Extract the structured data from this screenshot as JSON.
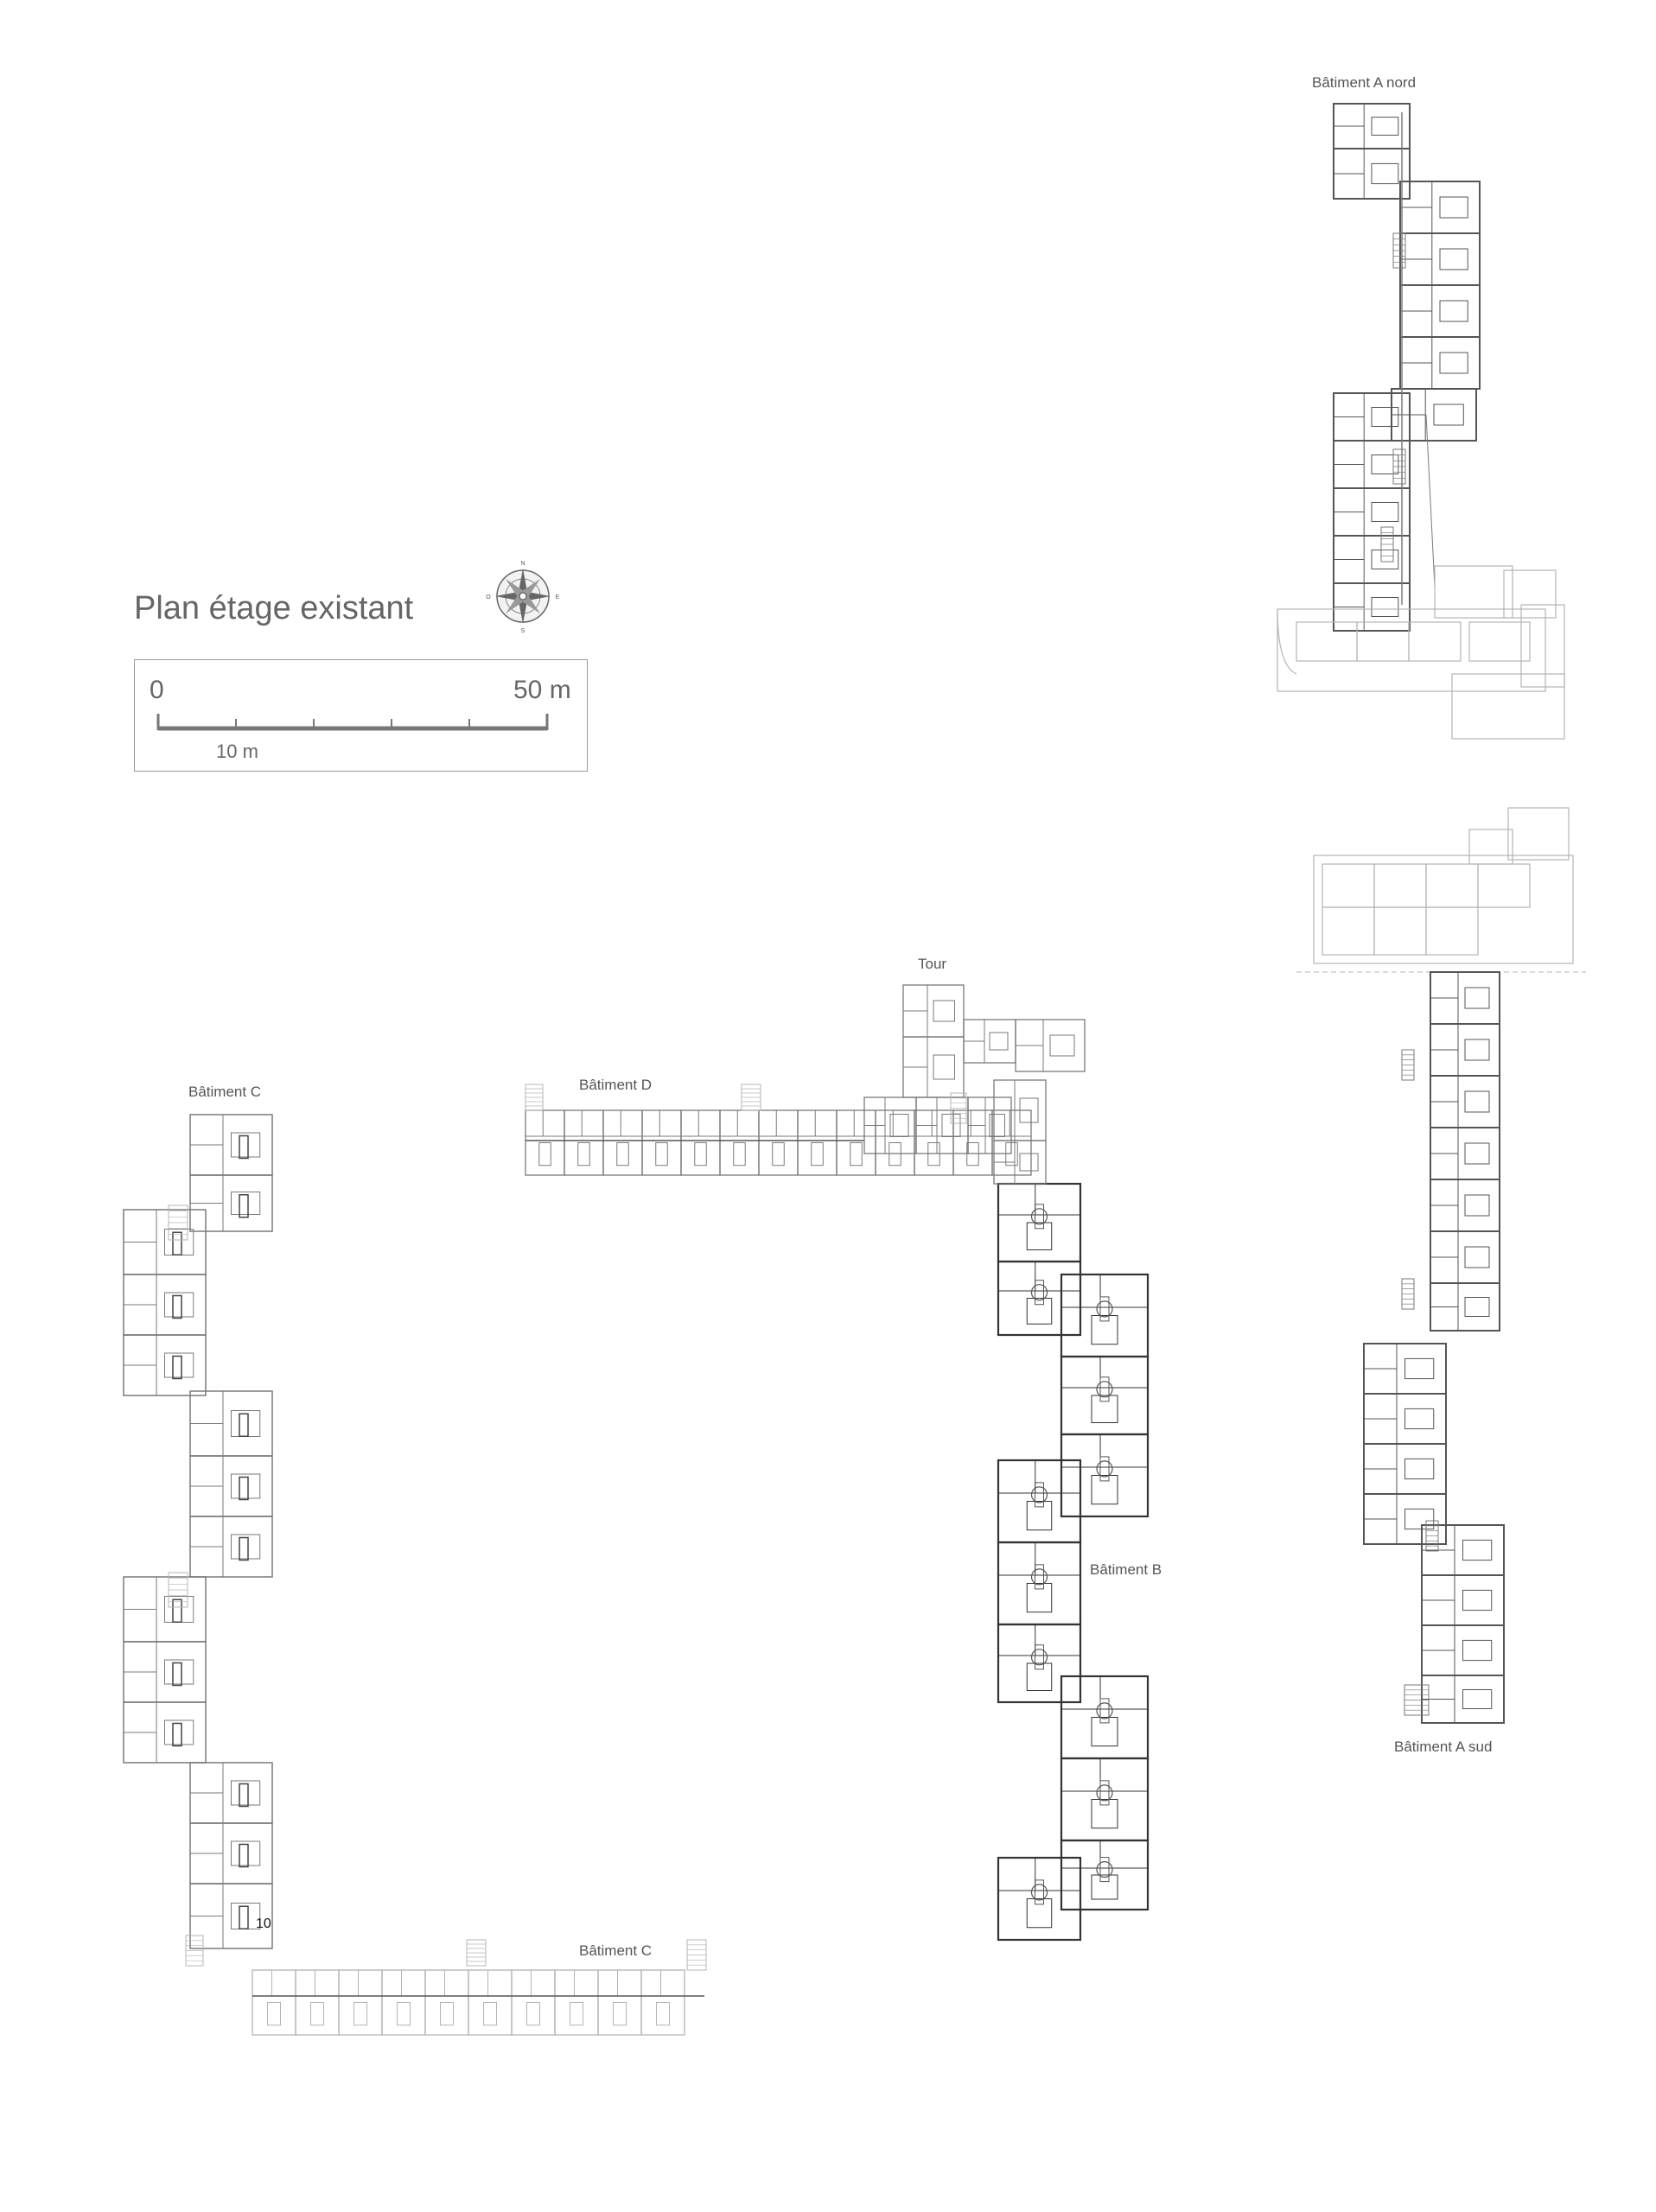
{
  "title": "Plan étage existant",
  "scale": {
    "start": "0",
    "end": "50 m",
    "unit": "10 m"
  },
  "compass": {
    "n": "N",
    "e": "E",
    "s": "S",
    "w": "O"
  },
  "labels": {
    "a_nord": "Bâtiment A nord",
    "a_sud": "Bâtiment A sud",
    "b": "Bâtiment B",
    "c_west": "Bâtiment C",
    "c_south": "Bâtiment C",
    "d": "Bâtiment D",
    "tour": "Tour"
  },
  "marker": "10",
  "colors": {
    "dark": "#555555",
    "mid": "#7a7a7a",
    "light": "#b4b4b4",
    "faint": "#d2d2d2"
  }
}
